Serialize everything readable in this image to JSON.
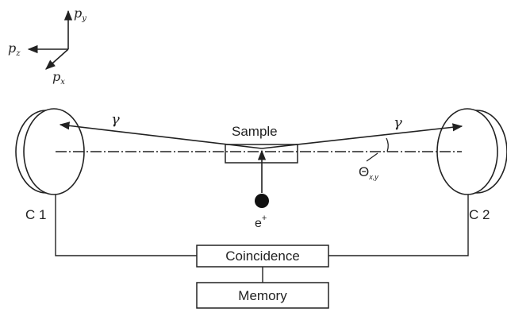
{
  "axes": {
    "py": {
      "base": "p",
      "sub": "y"
    },
    "pz": {
      "base": "p",
      "sub": "z"
    },
    "px": {
      "base": "p",
      "sub": "x"
    }
  },
  "gamma_left": "γ",
  "gamma_right": "γ",
  "sample_label": "Sample",
  "theta_label": {
    "base": "Θ",
    "sub": "x,y"
  },
  "positron_label": {
    "base": "e",
    "sup": "+"
  },
  "detector_left_label": "C 1",
  "detector_right_label": "C 2",
  "coincidence_label": "Coincidence",
  "memory_label": "Memory"
}
